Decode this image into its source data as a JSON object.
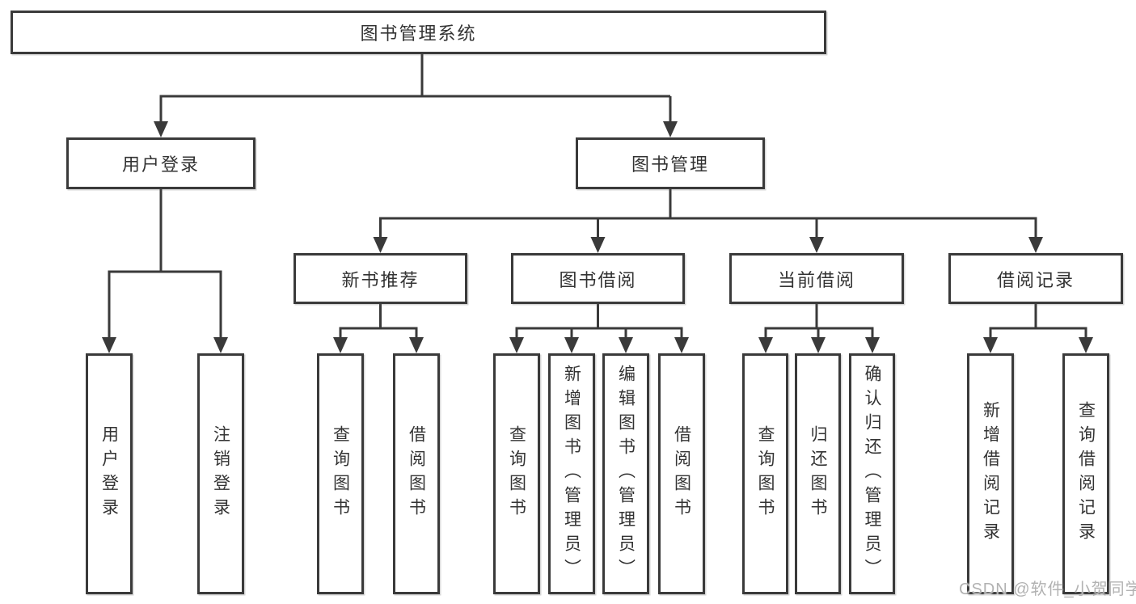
{
  "diagram": {
    "root": {
      "label": "图书管理系统"
    },
    "level2": [
      {
        "label": "用户登录"
      },
      {
        "label": "图书管理"
      }
    ],
    "level3": [
      {
        "label": "新书推荐",
        "parent": "图书管理"
      },
      {
        "label": "图书借阅",
        "parent": "图书管理"
      },
      {
        "label": "当前借阅",
        "parent": "图书管理"
      },
      {
        "label": "借阅记录",
        "parent": "图书管理"
      }
    ],
    "leaves": [
      {
        "label": "用户登录",
        "parent": "用户登录"
      },
      {
        "label": "注销登录",
        "parent": "用户登录"
      },
      {
        "label": "查询图书",
        "parent": "新书推荐"
      },
      {
        "label": "借阅图书",
        "parent": "新书推荐"
      },
      {
        "label": "查询图书",
        "parent": "图书借阅"
      },
      {
        "label": "新增图书（管理员）",
        "parent": "图书借阅"
      },
      {
        "label": "编辑图书（管理员）",
        "parent": "图书借阅"
      },
      {
        "label": "借阅图书",
        "parent": "图书借阅"
      },
      {
        "label": "查询图书",
        "parent": "当前借阅"
      },
      {
        "label": "归还图书",
        "parent": "当前借阅"
      },
      {
        "label": "确认归还（管理员）",
        "parent": "当前借阅"
      },
      {
        "label": "新增借阅记录",
        "parent": "借阅记录"
      },
      {
        "label": "查询借阅记录",
        "parent": "借阅记录"
      }
    ]
  },
  "watermark": {
    "text": "CSDN @软件_小贺同学"
  },
  "colors": {
    "line": "#3a3a3a",
    "text": "#333333",
    "watermark": "#b2b2b2",
    "background": "#ffffff"
  }
}
